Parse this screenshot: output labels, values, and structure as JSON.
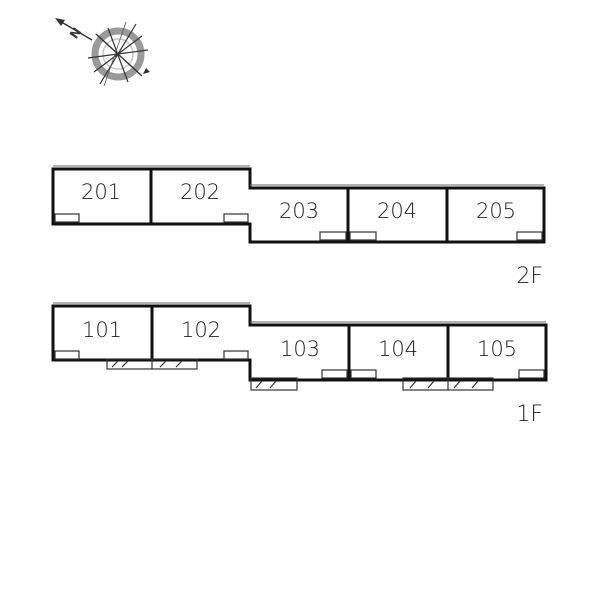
{
  "compass": {
    "north_letter": "N",
    "icon": "compass-rose-icon"
  },
  "floors": [
    {
      "id": "2F",
      "label": "2F",
      "units": [
        {
          "id": "201",
          "label": "201"
        },
        {
          "id": "202",
          "label": "202"
        },
        {
          "id": "203",
          "label": "203"
        },
        {
          "id": "204",
          "label": "204"
        },
        {
          "id": "205",
          "label": "205"
        }
      ]
    },
    {
      "id": "1F",
      "label": "1F",
      "units": [
        {
          "id": "101",
          "label": "101"
        },
        {
          "id": "102",
          "label": "102"
        },
        {
          "id": "103",
          "label": "103"
        },
        {
          "id": "104",
          "label": "104"
        },
        {
          "id": "105",
          "label": "105"
        }
      ]
    }
  ],
  "colors": {
    "wall": "#111111",
    "compass": "#999999",
    "text": "#222222"
  }
}
